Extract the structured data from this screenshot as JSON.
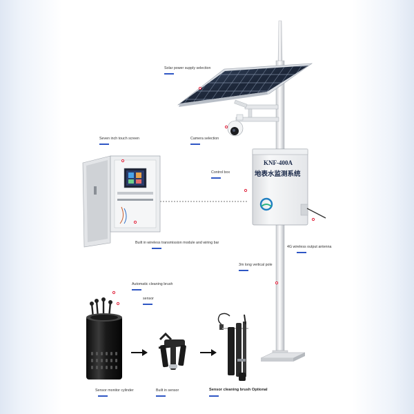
{
  "labels": {
    "solar": "Solar power supply selection",
    "camera": "Camera selection",
    "screen": "Seven inch touch screen",
    "control": "Control box",
    "wireless": "Built in wireless transmission module and wiring bar",
    "antenna": "4G wireless output antenna",
    "pole": "3m long vertical pole",
    "brush": "Automatic cleaning brush",
    "sensor": "sensor",
    "cylinder": "Sensor monitor cylinder",
    "builtin": "Built in sensor",
    "optional": "Sensor cleaning brush Optional"
  },
  "box": {
    "model": "KNF-400A",
    "title_cn": "地表水监测系统"
  },
  "colors": {
    "underline": "#2e56c4",
    "marker": "#e0213a",
    "arrow": "#111111"
  },
  "icons": [
    "solar-panel",
    "dome-camera",
    "control-box",
    "wiring-cabinet",
    "sensor-cylinder",
    "sensor-probe",
    "cleaning-brush-probe",
    "arrow-right-icon"
  ]
}
